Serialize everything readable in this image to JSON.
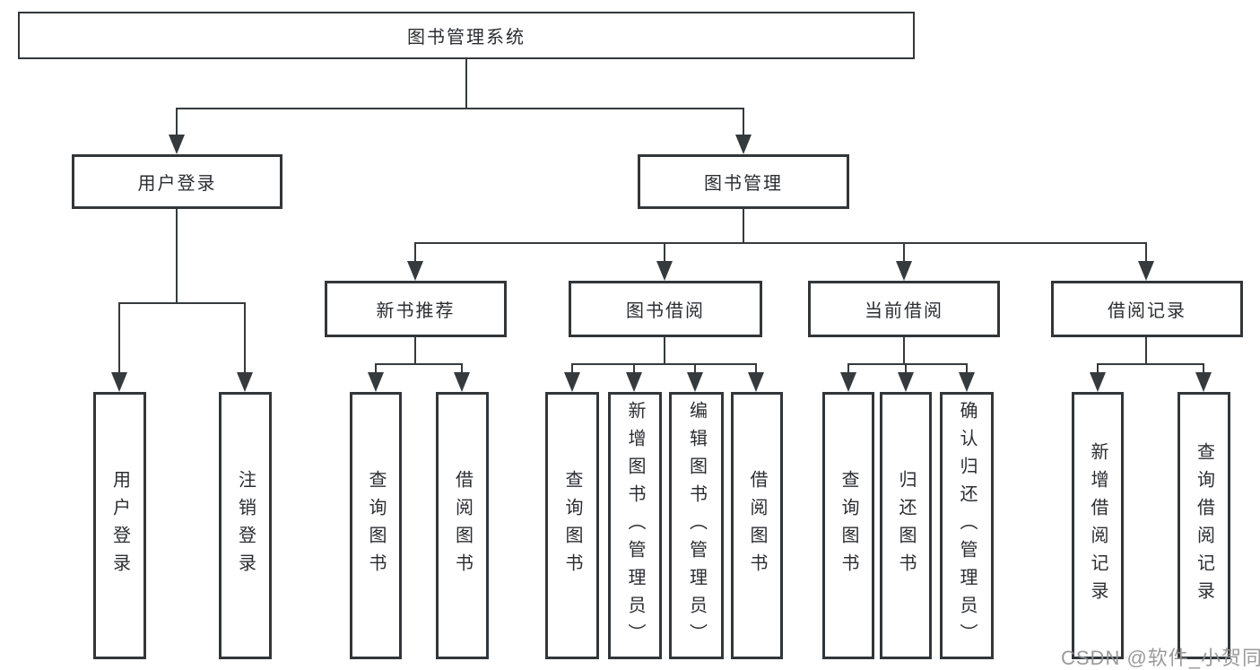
{
  "diagram": {
    "root": "图书管理系统",
    "level2": [
      "用户登录",
      "图书管理"
    ],
    "level3": [
      "新书推荐",
      "图书借阅",
      "当前借阅",
      "借阅记录"
    ],
    "leaves": [
      "用户登录",
      "注销登录",
      "查询图书",
      "借阅图书",
      "查询图书",
      "新增图书（管理员）",
      "编辑图书（管理员）",
      "借阅图书",
      "查询图书",
      "归还图书",
      "确认归还（管理员）",
      "新增借阅记录",
      "查询借阅记录"
    ]
  },
  "watermark": "CSDN @软件_小贺同学",
  "colors": {
    "line": "#363a3d",
    "border": "#333639",
    "text": "#2b2d30",
    "background": "#ffffff",
    "watermark": "#919191"
  }
}
